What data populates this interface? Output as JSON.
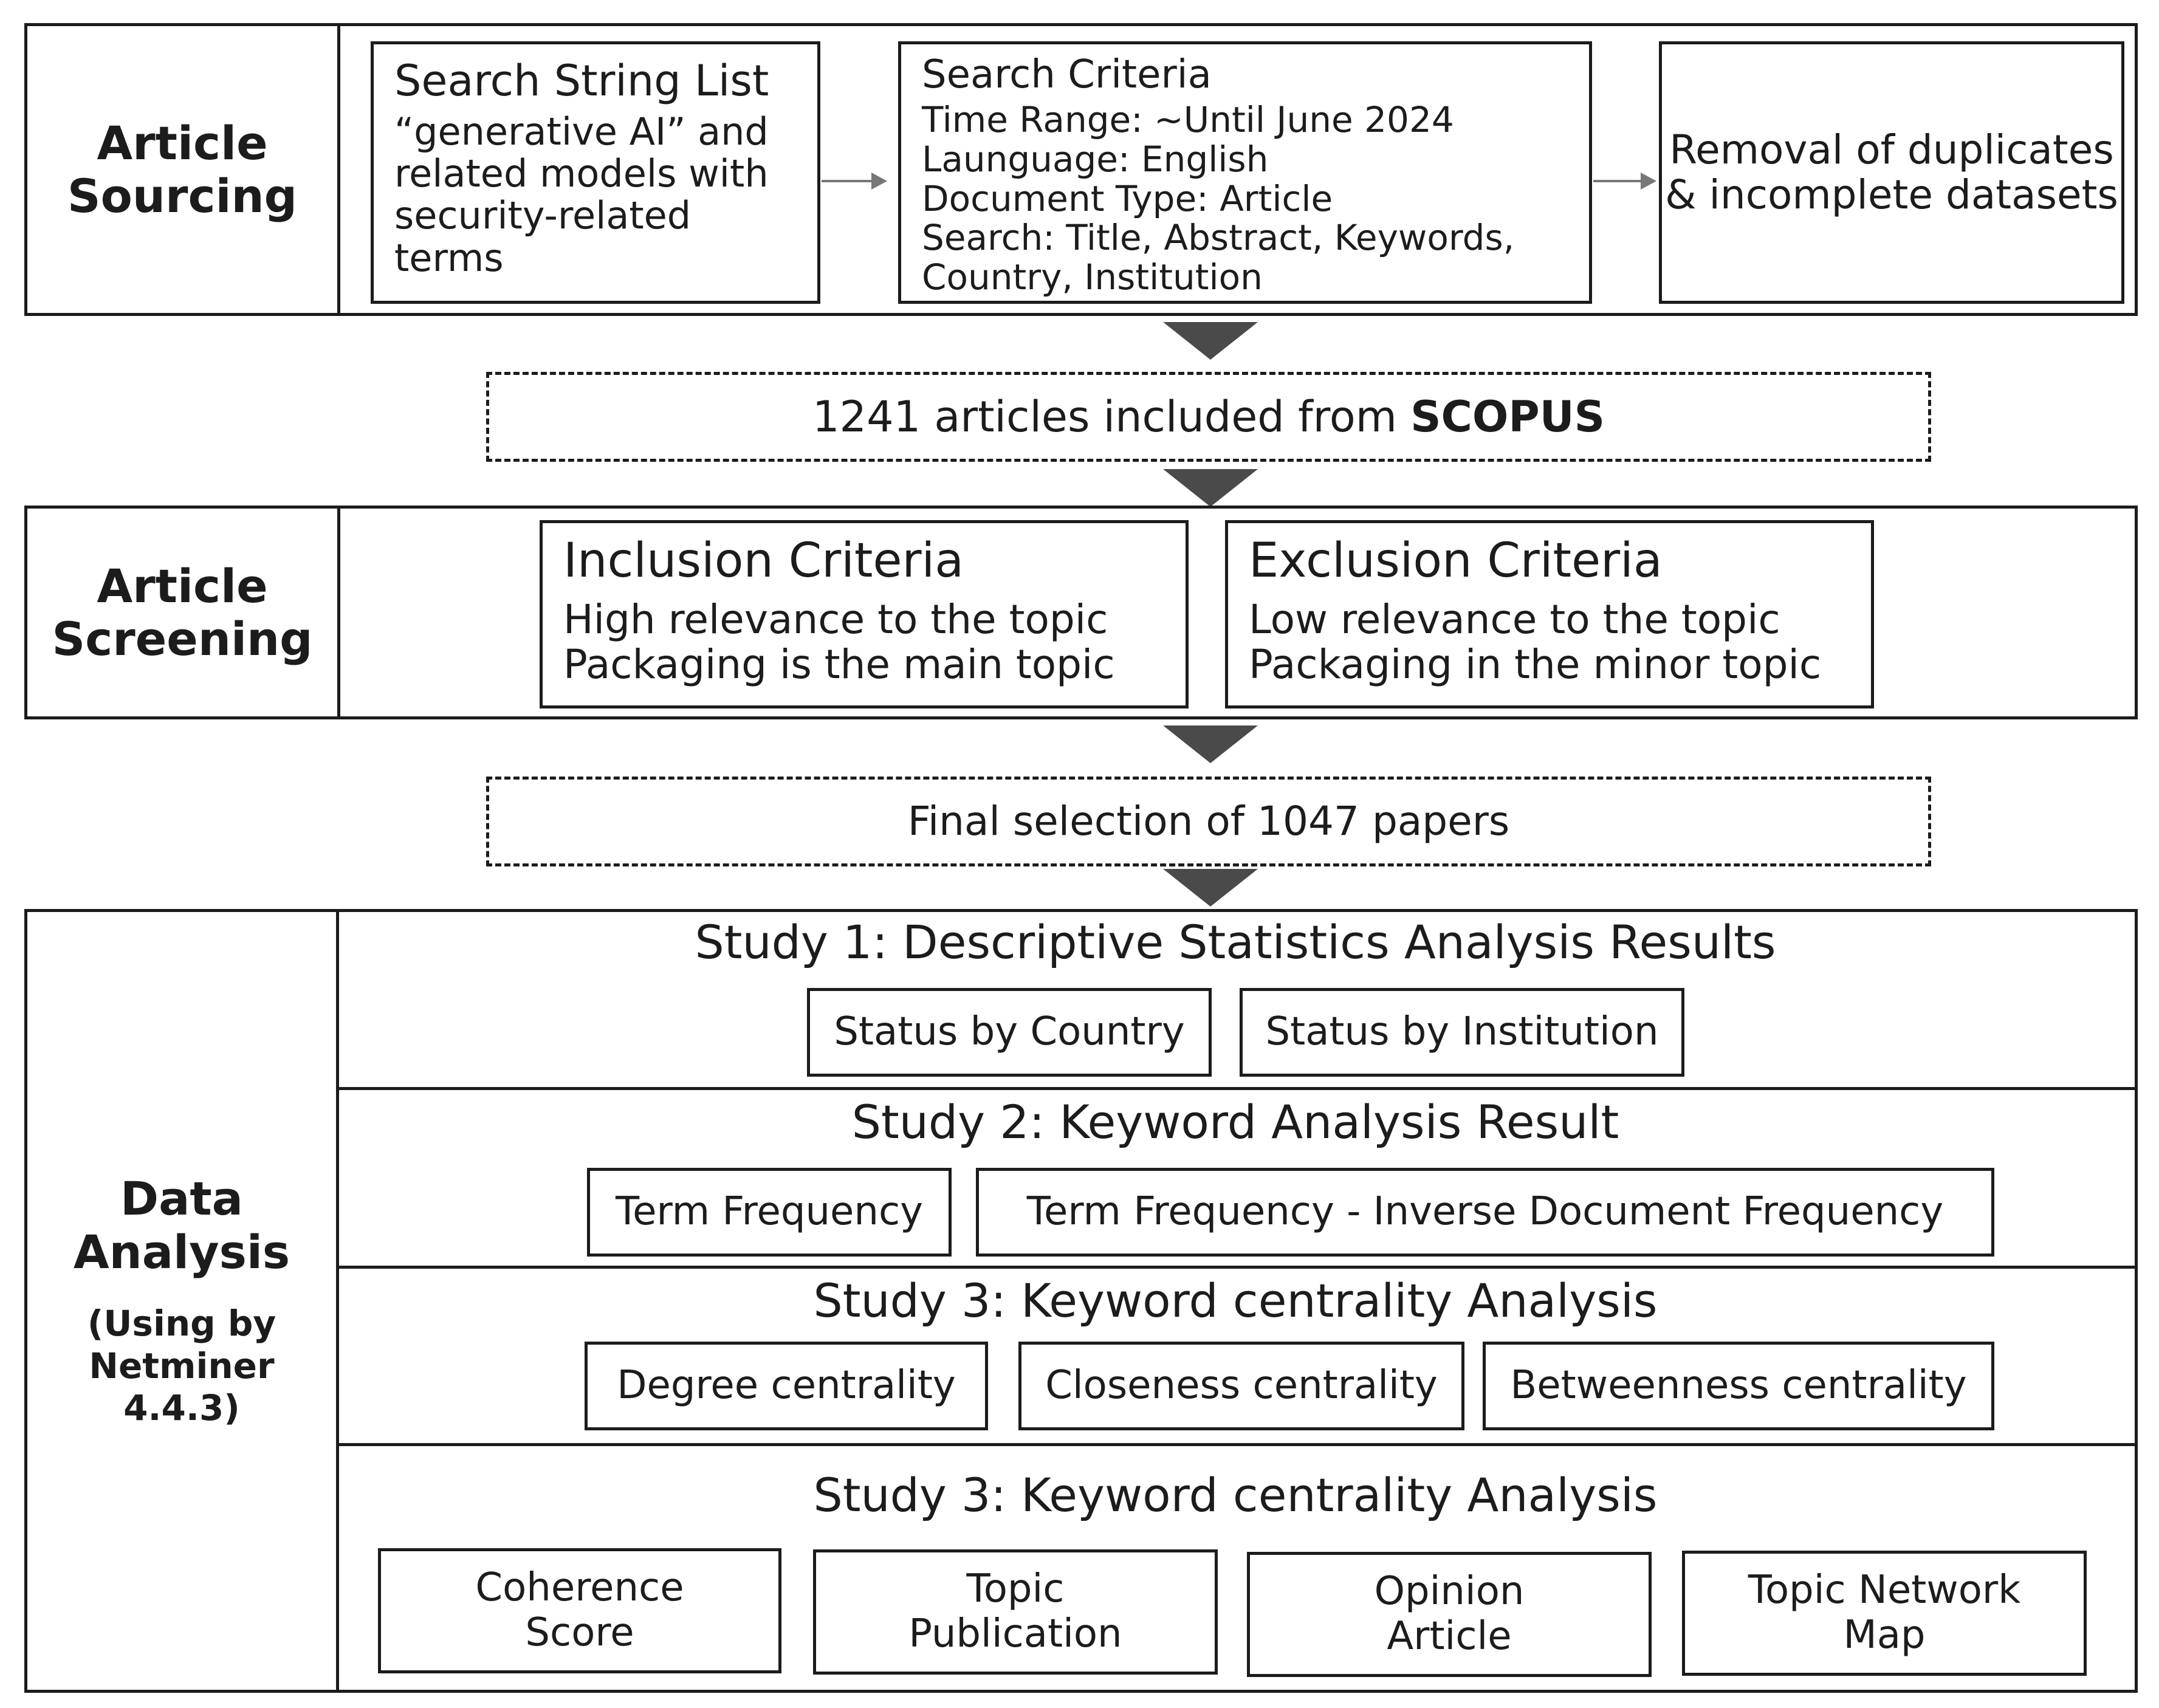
{
  "sourcing": {
    "stage_label": "Article\nSourcing",
    "search_string": {
      "title": "Search String List",
      "lines": [
        "“generative AI” and",
        "related models with",
        "security-related terms"
      ]
    },
    "search_criteria": {
      "title": "Search Criteria",
      "lines": [
        "Time Range: ~Until June 2024",
        "Launguage: English",
        "Document Type: Article",
        "Search: Title, Abstract, Keywords,",
        "Country, Institution"
      ]
    },
    "removal": {
      "lines": [
        "Removal of duplicates",
        "& incomplete datasets"
      ]
    }
  },
  "included": {
    "prefix": "1241 articles included from ",
    "source": "SCOPUS"
  },
  "screening": {
    "stage_label": "Article\nScreening",
    "inclusion": {
      "title": "Inclusion Criteria",
      "lines": [
        "High relevance to the topic",
        "Packaging is the main topic"
      ]
    },
    "exclusion": {
      "title": "Exclusion Criteria",
      "lines": [
        "Low relevance to the topic",
        "Packaging in the minor topic"
      ]
    }
  },
  "final_selection": "Final selection of 1047 papers",
  "analysis": {
    "stage_label": "Data\nAnalysis",
    "stage_note": "(Using by\nNetminer\n4.4.3)",
    "study1": {
      "title": "Study 1: Descriptive Statistics Analysis Results",
      "items": [
        "Status by Country",
        "Status by Institution"
      ]
    },
    "study2": {
      "title": "Study 2: Keyword Analysis Result",
      "items": [
        "Term Frequency",
        "Term Frequency - Inverse Document Frequency"
      ]
    },
    "study3": {
      "title": "Study 3: Keyword centrality Analysis",
      "items": [
        "Degree centrality",
        "Closeness centrality",
        "Betweenness centrality"
      ]
    },
    "study4": {
      "title": "Study 3: Keyword centrality Analysis",
      "items": [
        "Coherence\nScore",
        "Topic\nPublication",
        "Opinion\nArticle",
        "Topic Network\nMap"
      ]
    }
  }
}
